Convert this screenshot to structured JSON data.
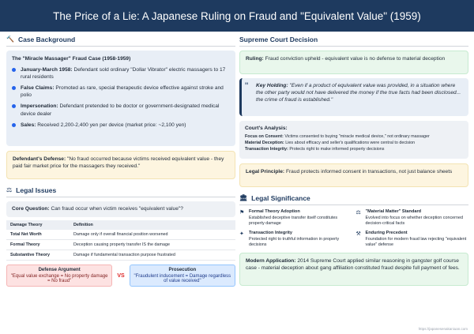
{
  "header": {
    "title": "The Price of a Lie: A Japanese Ruling on Fraud and \"Equivalent Value\" (1959)"
  },
  "background": {
    "section_title": "Case Background",
    "case_title": "The \"Miracle Massager\" Fraud Case (1958-1959)",
    "items": [
      {
        "label": "January-March 1958:",
        "text": "Defendant sold ordinary \"Dollar Vibrator\" electric massagers to 17 rural residents"
      },
      {
        "label": "False Claims:",
        "text": "Promoted as rare, special therapeutic device effective against stroke and polio"
      },
      {
        "label": "Impersonation:",
        "text": "Defendant pretended to be doctor or government-designated medical device dealer"
      },
      {
        "label": "Sales:",
        "text": "Received 2,200-2,400 yen per device (market price: ~2,100 yen)"
      }
    ],
    "defense_label": "Defendant's Defense:",
    "defense_text": "\"No fraud occurred because victims received equivalent value - they paid fair market price for the massagers they received.\""
  },
  "legal_issues": {
    "section_title": "Legal Issues",
    "core_label": "Core Question:",
    "core_text": "Can fraud occur when victim receives \"equivalent value\"?",
    "table_headers": [
      "Damage Theory",
      "Definition"
    ],
    "rows": [
      {
        "theory": "Total Net Worth",
        "definition": "Damage only if overall financial position worsened"
      },
      {
        "theory": "Formal Theory",
        "definition": "Deception causing property transfer IS the damage"
      },
      {
        "theory": "Substantive Theory",
        "definition": "Damage if fundamental transaction purpose frustrated"
      }
    ],
    "defense_arg": {
      "title": "Defense Argument",
      "text": "\"Equal value exchange = No property damage = No fraud\""
    },
    "vs": "VS",
    "prosecution_arg": {
      "title": "Prosecution",
      "text": "\"Fraudulent inducement = Damage regardless of value received\""
    }
  },
  "decision": {
    "section_title": "Supreme Court Decision",
    "ruling_label": "Ruling:",
    "ruling_text": "Fraud conviction upheld - equivalent value is no defense to material deception",
    "holding_label": "Key Holding:",
    "holding_text": "\"Even if a product of equivalent value was provided, in a situation where the other party would not have delivered the money if the true facts had been disclosed... the crime of fraud is established.\"",
    "analysis_title": "Court's Analysis:",
    "analysis": [
      {
        "label": "Focus on Consent:",
        "text": "Victims consented to buying \"miracle medical device,\" not ordinary massager"
      },
      {
        "label": "Material Deception:",
        "text": "Lies about efficacy and seller's qualifications were central to decision"
      },
      {
        "label": "Transaction Integrity:",
        "text": "Protects right to make informed property decisions"
      }
    ],
    "principle_label": "Legal Principle:",
    "principle_text": "Fraud protects informed consent in transactions, not just balance sheets"
  },
  "significance": {
    "section_title": "Legal Significance",
    "items": [
      {
        "icon": "flag-icon",
        "title": "Formal Theory Adoption",
        "text": "Established deceptive transfer itself constitutes property damage"
      },
      {
        "icon": "balance-icon",
        "title": "\"Material Matter\" Standard",
        "text": "Evolved into focus on whether deception concerned decision-critical facts"
      },
      {
        "icon": "handshake-icon",
        "title": "Transaction Integrity",
        "text": "Protected right to truthful information in property decisions"
      },
      {
        "icon": "gavel-icon",
        "title": "Enduring Precedent",
        "text": "Foundation for modern fraud law rejecting \"equivalent value\" defense"
      }
    ],
    "modern_label": "Modern Application:",
    "modern_text": "2014 Supreme Court applied similar reasoning in gangster golf course case - material deception about gang affiliation constituted fraud despite full payment of fees."
  },
  "footer": {
    "url": "https://japanesenakaniuan.com"
  }
}
